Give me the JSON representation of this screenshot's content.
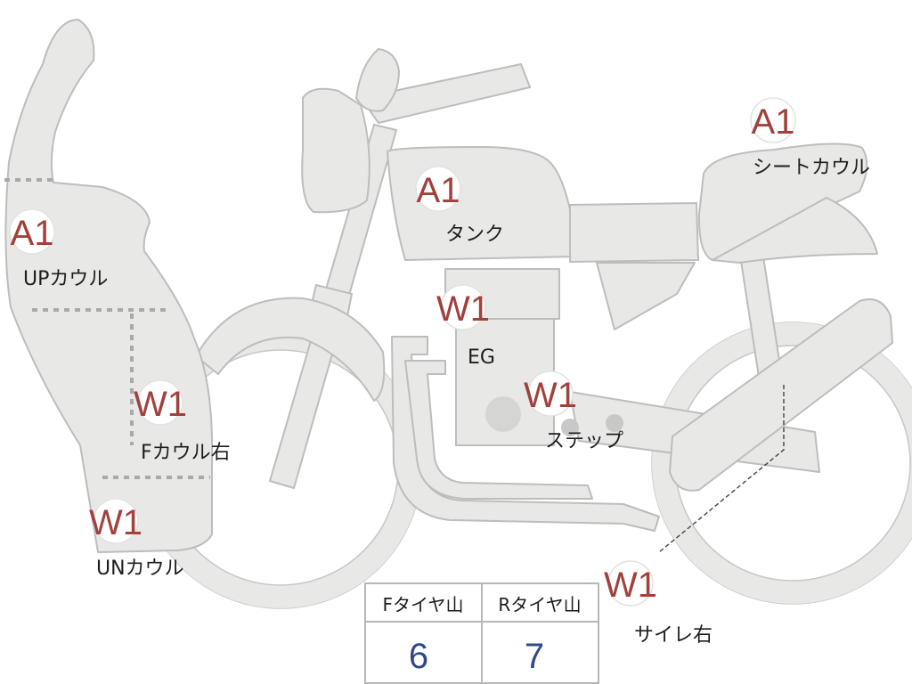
{
  "labels": [
    {
      "id": "up-cowl",
      "grade": "A1",
      "part": "UPカウル"
    },
    {
      "id": "f-cowl-right",
      "grade": "W1",
      "part": "Fカウル右"
    },
    {
      "id": "un-cowl",
      "grade": "W1",
      "part": "UNカウル"
    },
    {
      "id": "tank",
      "grade": "A1",
      "part": "タンク"
    },
    {
      "id": "eg",
      "grade": "W1",
      "part": "EG"
    },
    {
      "id": "step",
      "grade": "W1",
      "part": "ステップ"
    },
    {
      "id": "seat-cowl",
      "grade": "A1",
      "part": "シートカウル"
    },
    {
      "id": "muffler-right",
      "grade": "W1",
      "part": "サイレ右"
    }
  ],
  "tire_table": {
    "columns": [
      {
        "header": "Fタイヤ山",
        "value": "6"
      },
      {
        "header": "Rタイヤ山",
        "value": "7"
      }
    ]
  },
  "colors": {
    "part_fill": "#e8e8e6",
    "grade_text": "#a0413c",
    "table_value": "#2f4a8a"
  }
}
